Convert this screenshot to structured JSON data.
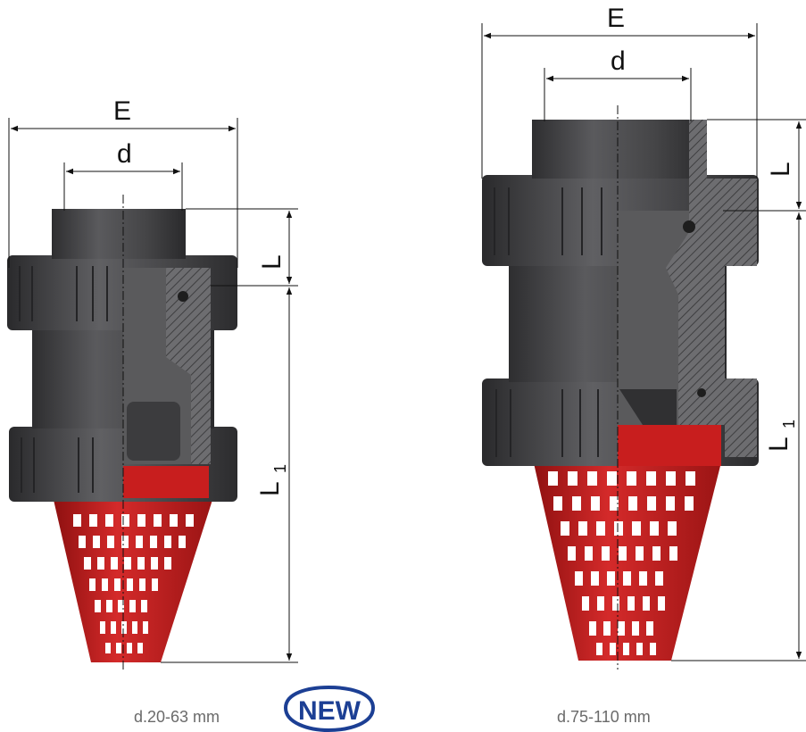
{
  "left_valve": {
    "dims": {
      "E": "E",
      "d": "d",
      "L": "L",
      "L1_main": "L",
      "L1_sub": "1"
    },
    "caption": "d.20-63 mm"
  },
  "right_valve": {
    "dims": {
      "E": "E",
      "d": "d",
      "L": "L",
      "L1_main": "L",
      "L1_sub": "1"
    },
    "caption": "d.75-110 mm"
  },
  "badge": {
    "label": "NEW",
    "colors": {
      "outline": "#1c3f94",
      "text": "#1c3f94"
    }
  },
  "colors": {
    "body": "#4a4a4c",
    "body_dark": "#353537",
    "strainer": "#c81e1e",
    "section": "#6b6b6d"
  }
}
